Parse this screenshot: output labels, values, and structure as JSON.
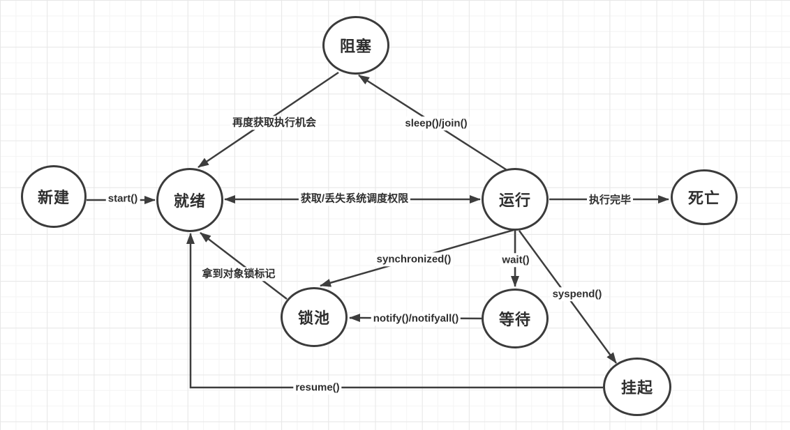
{
  "diagram": {
    "nodes": {
      "blocked": {
        "label": "阻塞"
      },
      "new": {
        "label": "新建"
      },
      "ready": {
        "label": "就绪"
      },
      "running": {
        "label": "运行"
      },
      "dead": {
        "label": "死亡"
      },
      "lock_pool": {
        "label": "锁池"
      },
      "waiting": {
        "label": "等待"
      },
      "suspended": {
        "label": "挂起"
      }
    },
    "edges": {
      "start": {
        "label": "start()"
      },
      "schedule": {
        "label": "获取/丢失系统调度权限"
      },
      "finish": {
        "label": "执行完毕"
      },
      "sleep_join": {
        "label": "sleep()/join()"
      },
      "regain": {
        "label": "再度获取执行机会"
      },
      "synchronized": {
        "label": "synchronized()"
      },
      "wait": {
        "label": "wait()"
      },
      "notify": {
        "label": "notify()/notifyall()"
      },
      "syspend": {
        "label": "syspend()"
      },
      "resume": {
        "label": "resume()"
      },
      "lock_mark": {
        "label": "拿到对象锁标记"
      }
    },
    "colors": {
      "stroke": "#3d3d3d",
      "text": "#2e2e2e",
      "background": "#ffffff",
      "grid_minor": "#f4f4f4",
      "grid_major": "#e7e7e7"
    }
  }
}
